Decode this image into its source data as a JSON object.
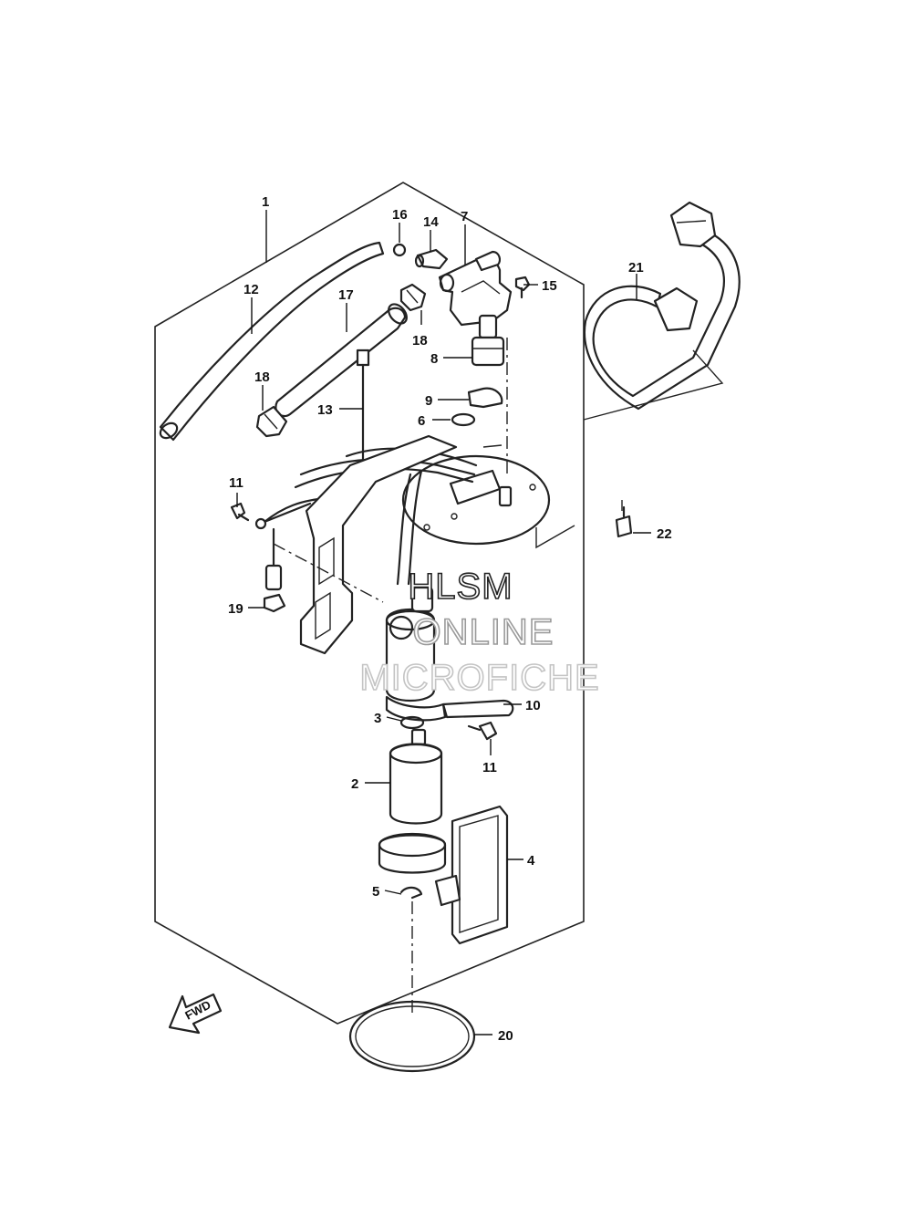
{
  "callouts": {
    "c1": "1",
    "c2": "2",
    "c3": "3",
    "c4": "4",
    "c5": "5",
    "c6": "6",
    "c7": "7",
    "c8": "8",
    "c9": "9",
    "c10": "10",
    "c11a": "11",
    "c11b": "11",
    "c12": "12",
    "c13": "13",
    "c14": "14",
    "c15": "15",
    "c16": "16",
    "c17": "17",
    "c18a": "18",
    "c18b": "18",
    "c19": "19",
    "c20": "20",
    "c21": "21",
    "c22": "22"
  },
  "watermark": {
    "line1": "HLSM",
    "line2": "ONLINE",
    "line3": "MICROFICHE",
    "line1_color": "#222222",
    "line2_color": "#9a9a9a",
    "line3_color": "#c4c4c4"
  },
  "fwd_label": "FWD",
  "colors": {
    "ink": "#222222",
    "background": "#ffffff"
  }
}
